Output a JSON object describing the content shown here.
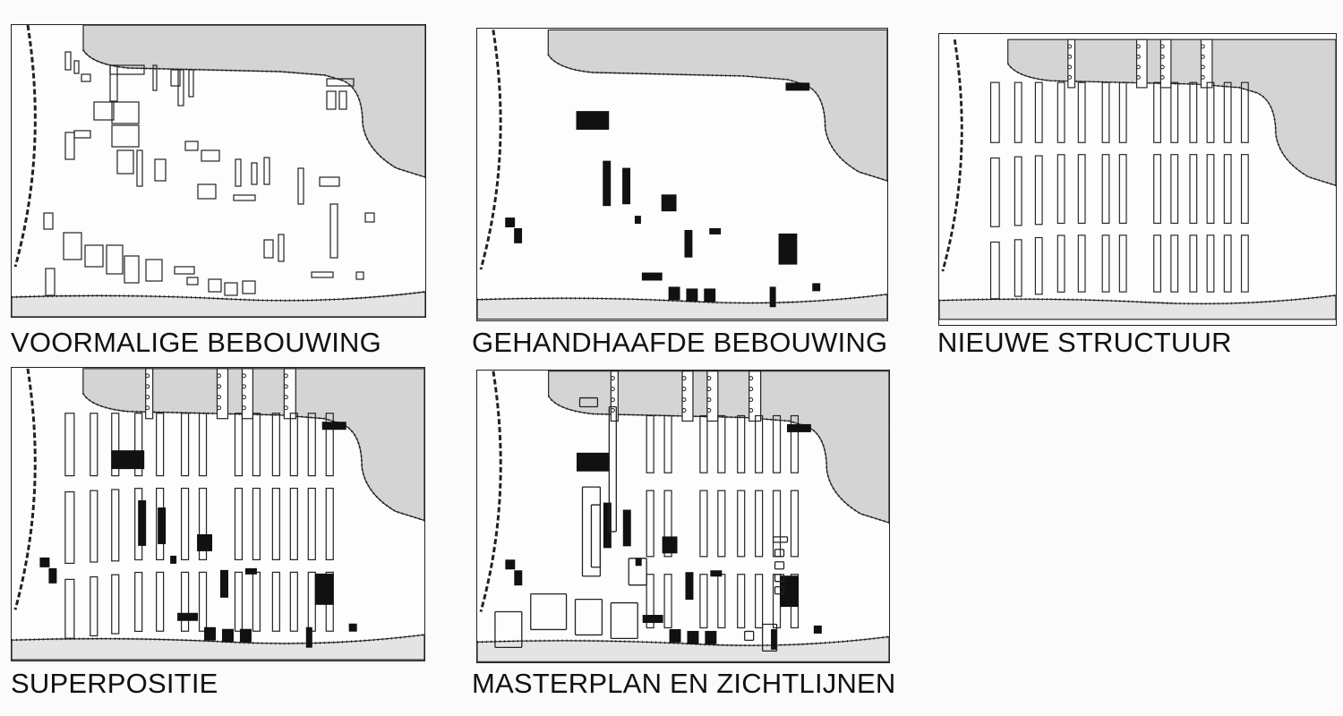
{
  "panels": [
    {
      "id": "voormalige",
      "caption": "VOORMALIGE BEBOUWING"
    },
    {
      "id": "gehandhaafde",
      "caption": "GEHANDHAAFDE BEBOUWING"
    },
    {
      "id": "nieuwe",
      "caption": "NIEUWE STRUCTUUR"
    },
    {
      "id": "superpositie",
      "caption": "SUPERPOSITIE"
    },
    {
      "id": "masterplan",
      "caption": "MASTERPLAN EN ZICHTLIJNEN"
    }
  ],
  "colors": {
    "water": "#d4d4d4",
    "line": "#222222",
    "solid": "#111111",
    "paper": "#fdfdfd"
  }
}
